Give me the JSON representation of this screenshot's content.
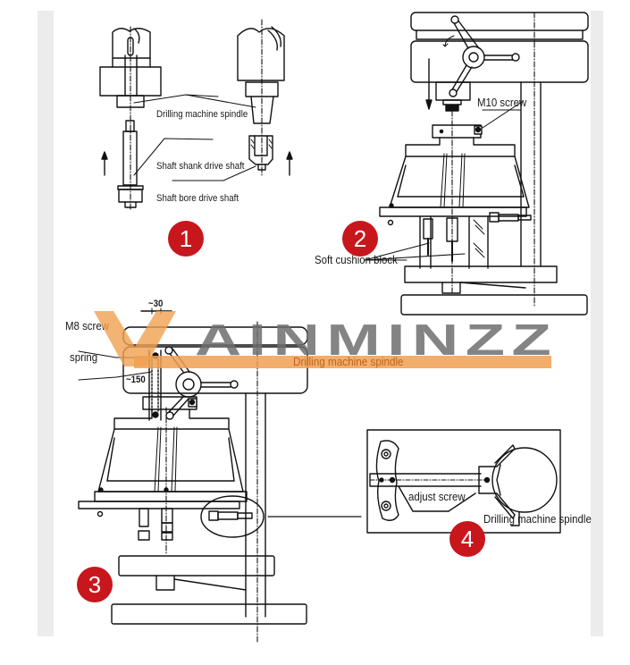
{
  "figure": {
    "description": "Drilling machine multi-spindle drill head installation diagram",
    "panels": [
      {
        "number": "1",
        "labels": {
          "spindle": "Drilling machine spindle",
          "shank": "Shaft shank drive shaft",
          "bore": "Shaft bore drive shaft"
        }
      },
      {
        "number": "2",
        "labels": {
          "m10": "M10 screw",
          "cushion": "Soft cushion block"
        }
      },
      {
        "number": "3",
        "labels": {
          "m8": "M8 screw",
          "spring": "spring",
          "dim30": "~30",
          "dim150": "~150"
        }
      },
      {
        "number": "4",
        "labels": {
          "adjust": "adjust screw",
          "spindle": "Drilling machine spindle"
        }
      }
    ]
  },
  "watermark": {
    "brand": "AINMINZZ",
    "subtitle": "Drilling machine spindle",
    "bar_color": "#f0a050",
    "text_color": "#6e6e6e"
  },
  "colors": {
    "badge": "#c8161d",
    "line": "#111111",
    "strip": "#ececec"
  }
}
